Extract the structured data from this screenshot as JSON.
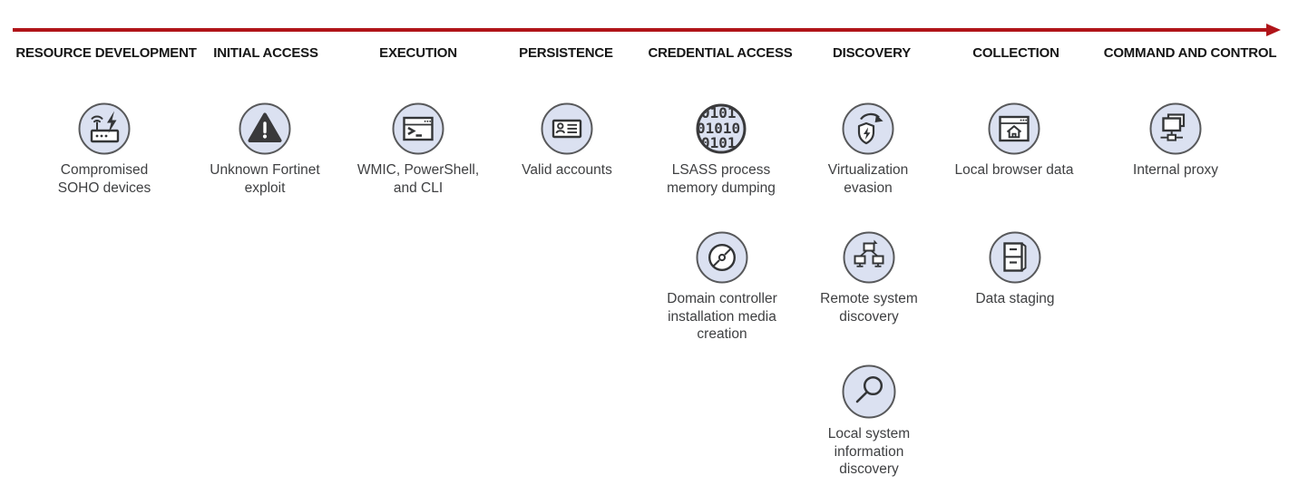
{
  "colors": {
    "arrow_red": "#b01419",
    "icon_circle_fill": "#dbe1f1",
    "icon_circle_border": "#58595b",
    "icon_stroke": "#333537",
    "label_text": "#3f4042",
    "header_text": "#161616"
  },
  "columns": [
    {
      "header": "RESOURCE DEVELOPMENT",
      "items": [
        {
          "label": "Compromised SOHO devices",
          "icon": "router-wifi-lightning-icon"
        }
      ]
    },
    {
      "header": "INITIAL ACCESS",
      "items": [
        {
          "label": "Unknown Fortinet exploit",
          "icon": "warning-triangle-icon"
        }
      ]
    },
    {
      "header": "EXECUTION",
      "items": [
        {
          "label": "WMIC, PowerShell, and CLI",
          "icon": "terminal-window-icon"
        }
      ]
    },
    {
      "header": "PERSISTENCE",
      "items": [
        {
          "label": "Valid accounts",
          "icon": "id-card-icon"
        }
      ]
    },
    {
      "header": "CREDENTIAL ACCESS",
      "items": [
        {
          "label": "LSASS process memory dumping",
          "icon": "binary-circle-icon"
        },
        {
          "label": "Domain controller installation media creation",
          "icon": "disc-media-icon"
        }
      ]
    },
    {
      "header": "DISCOVERY",
      "items": [
        {
          "label": "Virtualization evasion",
          "icon": "shield-refresh-arrow-icon"
        },
        {
          "label": "Remote system discovery",
          "icon": "network-computers-icon"
        },
        {
          "label": "Local system information discovery",
          "icon": "magnifier-icon"
        }
      ]
    },
    {
      "header": "COLLECTION",
      "items": [
        {
          "label": "Local browser data",
          "icon": "browser-home-icon"
        },
        {
          "label": "Data staging",
          "icon": "filing-cabinet-icon"
        }
      ]
    },
    {
      "header": "COMMAND AND CONTROL",
      "items": [
        {
          "label": "Internal proxy",
          "icon": "dual-monitor-network-icon"
        }
      ]
    }
  ]
}
